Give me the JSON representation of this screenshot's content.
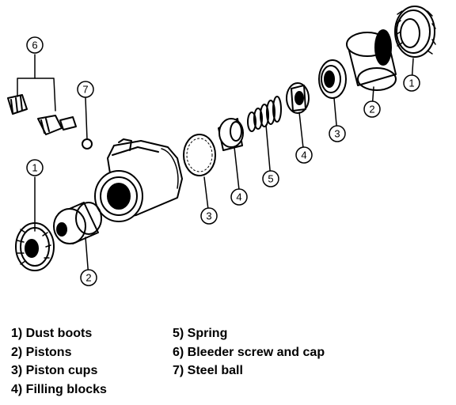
{
  "callouts": {
    "c1a": "1",
    "c2a": "2",
    "c3a": "3",
    "c4a": "4",
    "c5": "5",
    "c6": "6",
    "c7": "7",
    "c4b": "4",
    "c3b": "3",
    "c1b": "1",
    "c2b": "2"
  },
  "legend": {
    "left": [
      "1) Dust boots",
      "2) Pistons",
      "3) Piston cups",
      "4) Filling blocks"
    ],
    "right": [
      "5) Spring",
      "6) Bleeder screw and cap",
      "7) Steel ball"
    ]
  }
}
